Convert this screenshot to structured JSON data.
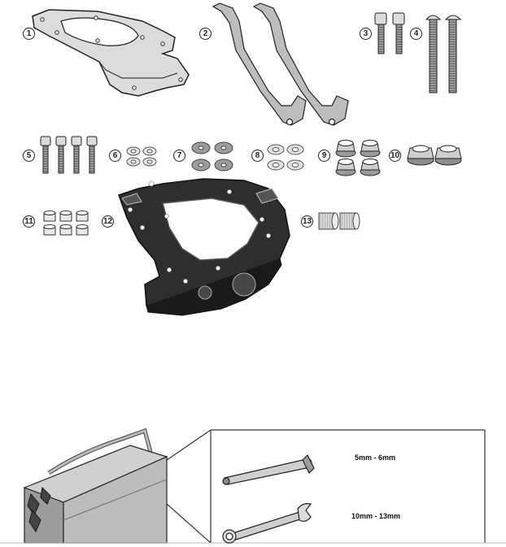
{
  "parts": [
    {
      "number": "1",
      "name": "mounting-plate"
    },
    {
      "number": "2",
      "name": "support-arms"
    },
    {
      "number": "3",
      "name": "short-socket-screws"
    },
    {
      "number": "4",
      "name": "long-button-screws"
    },
    {
      "number": "5",
      "name": "socket-screws"
    },
    {
      "number": "6",
      "name": "small-washers"
    },
    {
      "number": "7",
      "name": "large-washers"
    },
    {
      "number": "8",
      "name": "washers"
    },
    {
      "number": "9",
      "name": "flange-nuts"
    },
    {
      "number": "10",
      "name": "large-flange-nuts"
    },
    {
      "number": "11",
      "name": "bushings"
    },
    {
      "number": "12",
      "name": "top-case-rack"
    },
    {
      "number": "13",
      "name": "spacers"
    }
  ],
  "tools": {
    "hex_key_size": "5mm - 6mm",
    "wrench_size": "10mm - 13mm"
  },
  "colors": {
    "line": "#222222",
    "plate_fill": "#d9d9d9",
    "rack_fill": "#2b2b2b",
    "metal_fill": "#bfbfbf"
  }
}
